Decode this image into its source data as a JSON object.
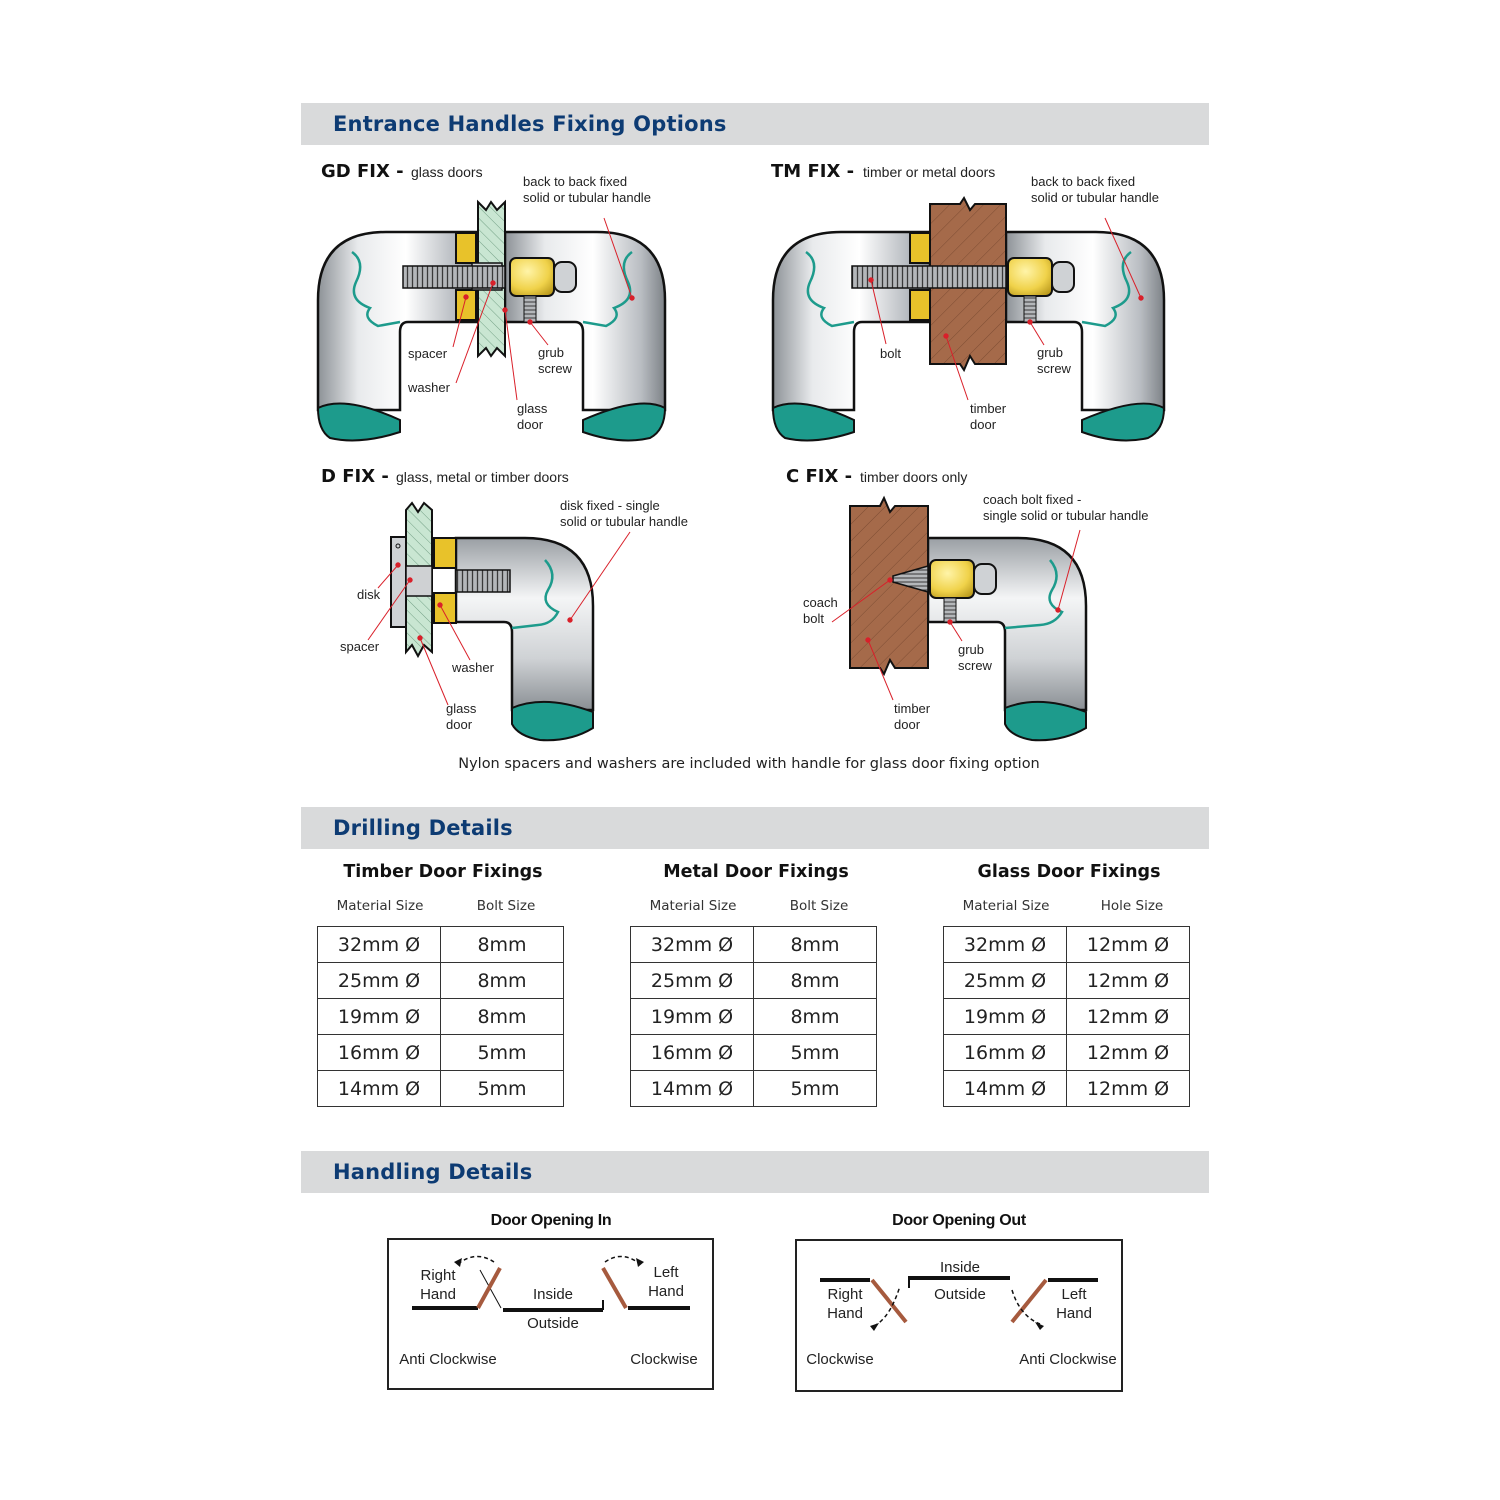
{
  "sections": {
    "fixing": "Entrance Handles Fixing Options",
    "drilling": "Drilling Details",
    "handling": "Handling Details"
  },
  "fixes": {
    "gd": {
      "name": "GD FIX -",
      "sub": "glass doors",
      "desc": [
        "back to back fixed",
        "solid or tubular handle"
      ],
      "labels": {
        "spacer": "spacer",
        "washer": "washer",
        "grub1": "grub",
        "grub2": "screw",
        "glass1": "glass",
        "glass2": "door"
      }
    },
    "tm": {
      "name": "TM FIX -",
      "sub": "timber or metal doors",
      "desc": [
        "back to back fixed",
        "solid or tubular handle"
      ],
      "labels": {
        "bolt": "bolt",
        "grub1": "grub",
        "grub2": "screw",
        "timber1": "timber",
        "timber2": "door"
      }
    },
    "d": {
      "name": "D FIX -",
      "sub": "glass, metal or timber doors",
      "desc": [
        "disk fixed - single",
        "solid or tubular handle"
      ],
      "labels": {
        "disk": "disk",
        "spacer": "spacer",
        "washer": "washer",
        "glass1": "glass",
        "glass2": "door"
      }
    },
    "c": {
      "name": "C FIX -",
      "sub": "timber doors only",
      "desc": [
        "coach bolt fixed -",
        "single solid or tubular handle"
      ],
      "labels": {
        "coach1": "coach",
        "coach2": "bolt",
        "grub1": "grub",
        "grub2": "screw",
        "timber1": "timber",
        "timber2": "door"
      }
    }
  },
  "note": "Nylon spacers and washers are included with handle for glass door fixing option",
  "tables": [
    {
      "title": "Timber Door Fixings",
      "col1": "Material Size",
      "col2": "Bolt Size",
      "rows": [
        [
          "32mm Ø",
          "8mm"
        ],
        [
          "25mm Ø",
          "8mm"
        ],
        [
          "19mm Ø",
          "8mm"
        ],
        [
          "16mm Ø",
          "5mm"
        ],
        [
          "14mm Ø",
          "5mm"
        ]
      ]
    },
    {
      "title": "Metal Door Fixings",
      "col1": "Material Size",
      "col2": "Bolt Size",
      "rows": [
        [
          "32mm Ø",
          "8mm"
        ],
        [
          "25mm Ø",
          "8mm"
        ],
        [
          "19mm Ø",
          "8mm"
        ],
        [
          "16mm Ø",
          "5mm"
        ],
        [
          "14mm Ø",
          "5mm"
        ]
      ]
    },
    {
      "title": "Glass Door Fixings",
      "col1": "Material Size",
      "col2": "Hole Size",
      "rows": [
        [
          "32mm Ø",
          "12mm Ø"
        ],
        [
          "25mm Ø",
          "12mm Ø"
        ],
        [
          "19mm Ø",
          "12mm Ø"
        ],
        [
          "16mm Ø",
          "12mm Ø"
        ],
        [
          "14mm Ø",
          "12mm Ø"
        ]
      ]
    }
  ],
  "handling": {
    "in": {
      "title": "Door Opening In",
      "right1": "Right",
      "right2": "Hand",
      "left1": "Left",
      "left2": "Hand",
      "inside": "Inside",
      "outside": "Outside",
      "dir_left": "Anti Clockwise",
      "dir_right": "Clockwise"
    },
    "out": {
      "title": "Door Opening Out",
      "right1": "Right",
      "right2": "Hand",
      "left1": "Left",
      "left2": "Hand",
      "inside": "Inside",
      "outside": "Outside",
      "dir_left": "Clockwise",
      "dir_right": "Anti Clockwise"
    }
  },
  "colors": {
    "header_bg": "#d9dadb",
    "header_text": "#0d3b73",
    "teal": "#1d9b8c",
    "glass": "#c9e6d2",
    "timber": "#a56a4a",
    "brass": "#f0d24a",
    "spacer": "#e8c22a",
    "handle": "#c9ccd0",
    "pointer": "#d9202a"
  }
}
